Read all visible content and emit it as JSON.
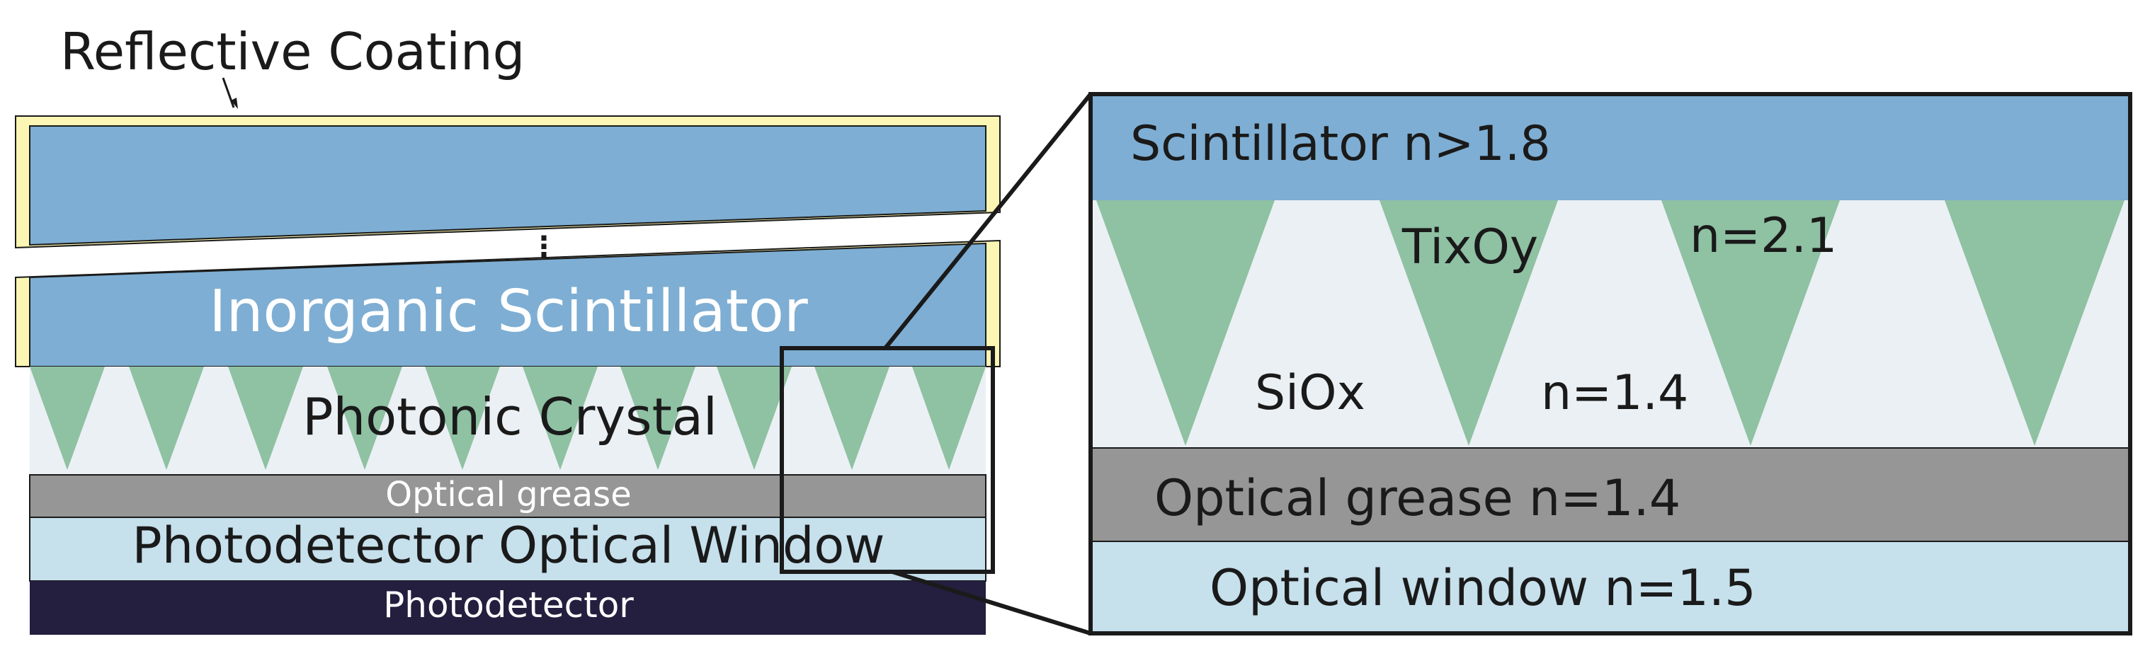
{
  "colors": {
    "scintillator": "#7eaed3",
    "coating": "#fbf6b3",
    "triangle": "#8fc1a3",
    "background_light": "#ebf0f4",
    "grease": "#969696",
    "window": "#c6e0ec",
    "photodetector": "#241f3f",
    "outline": "#1a1a1a",
    "text_dark": "#1a1a1a",
    "text_light": "#ffffff"
  },
  "left": {
    "coating_label": "Reflective Coating",
    "scintillator_label": "Inorganic Scintillator",
    "crystal_label": "Photonic Crystal",
    "grease_label": "Optical grease",
    "window_label": "Photodetector Optical Window",
    "photodetector_label": "Photodetector",
    "ellipsis": "⋮"
  },
  "zoom": {
    "scintillator_label": "Scintillator n>1.8",
    "tixoy_label": "TixOy",
    "tixoy_index": "n=2.1",
    "siox_label": "SiOx",
    "siox_index": "n=1.4",
    "grease_label": "Optical grease n=1.4",
    "window_label": "Optical window n=1.5"
  }
}
